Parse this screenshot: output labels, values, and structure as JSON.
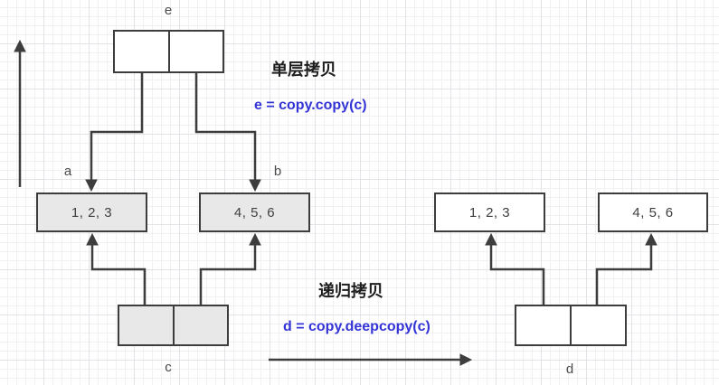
{
  "colors": {
    "stroke": "#3d3d3d",
    "code_blue": "#3434d6",
    "node_gray_fill": "#e8e8e8",
    "node_white_fill": "#ffffff",
    "grid_line": "#e2e2e7"
  },
  "texts": {
    "shallow_heading": "单层拷贝",
    "shallow_code": "e = copy.copy(c)",
    "deep_heading": "递归拷贝",
    "deep_code": "d = copy.deepcopy(c)"
  },
  "nodes": {
    "e": {
      "label": "e"
    },
    "a": {
      "label": "a",
      "value": "1, 2, 3"
    },
    "b": {
      "label": "b",
      "value": "4, 5, 6"
    },
    "c": {
      "label": "c"
    },
    "d": {
      "label": "d"
    },
    "d_list1": {
      "value": "1, 2, 3"
    },
    "d_list2": {
      "value": "4, 5, 6"
    }
  }
}
